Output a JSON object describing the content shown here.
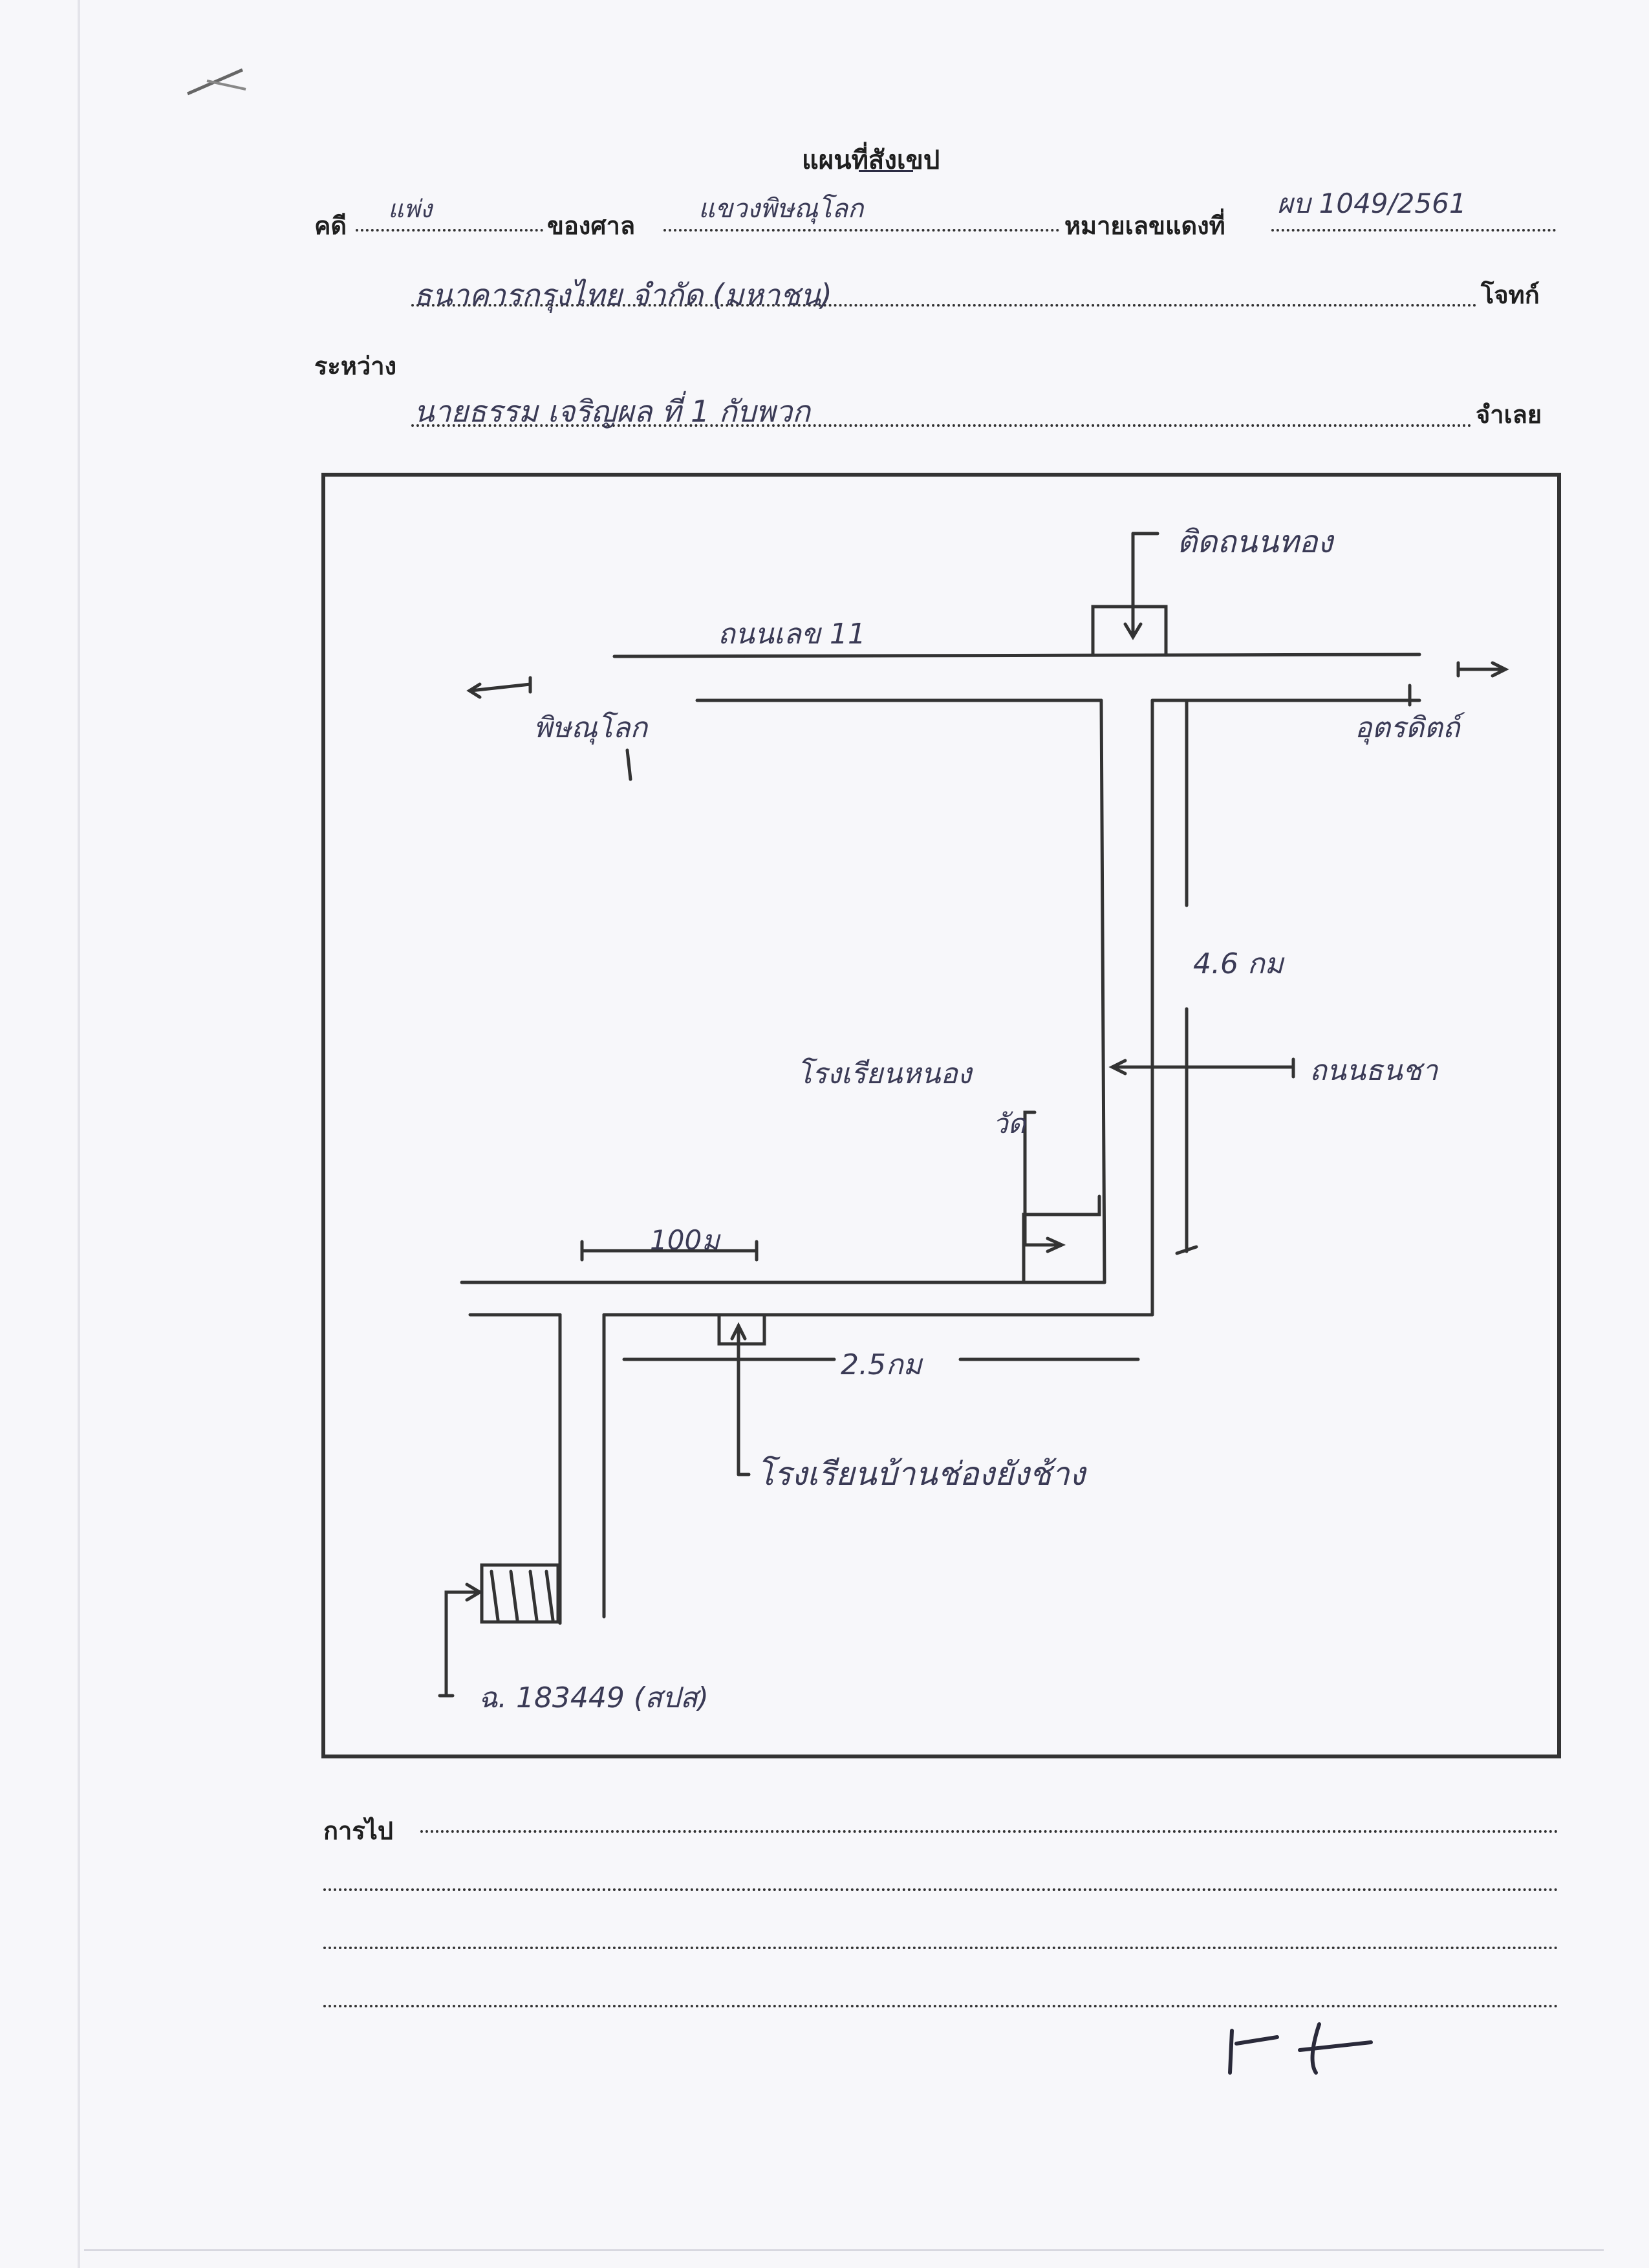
{
  "document": {
    "title": "แผนที่สังเขป",
    "case_label": "คดี",
    "case_value": "แพ่ง",
    "court_label": "ของศาล",
    "court_value": "แขวงพิษณุโลก",
    "red_number_label": "หมายเลขแดงที่",
    "red_number_value": "ผบ 1049/2561",
    "plaintiff_value": "ธนาคารกรุงไทย จำกัด (มหาชน)",
    "plaintiff_label": "โจทก์",
    "between_label": "ระหว่าง",
    "defendant_value": "นายธรรม เจริญผล ที่ 1 กับพวก",
    "defendant_label": "จำเลย"
  },
  "map": {
    "road_main": "ถนนเลข 11",
    "to_left": "พิษณุโลก",
    "to_right": "อุตรดิตถ์",
    "to_top": "ติดถนนทอง",
    "distance_vertical": "4.6 กม",
    "school_nong": "โรงเรียนหนอง",
    "road_right": "ถนนธนชา",
    "temple": "วัด",
    "distance_100": "100ม",
    "distance_25": "2.5กม",
    "school_ban": "โรงเรียนบ้านช่องยังช้าง",
    "land_title": "ฉ. 183449 (สปส)"
  },
  "footer": {
    "going_label": "การไป"
  },
  "colors": {
    "ink": "#333333",
    "pen": "#3a3a55",
    "paper": "#f7f7fa"
  }
}
